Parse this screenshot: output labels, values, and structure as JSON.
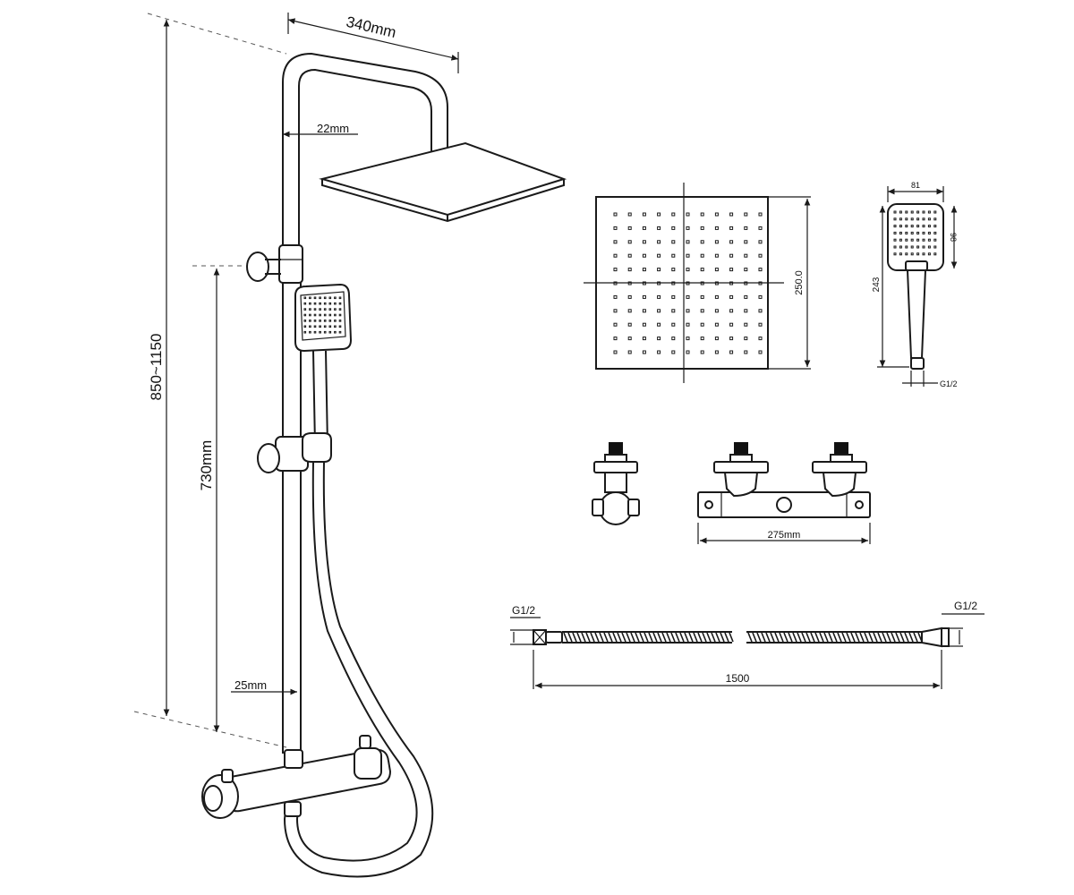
{
  "colors": {
    "line": "#1a1a1a",
    "background": "#ffffff"
  },
  "dimensions": {
    "arm_length": "340mm",
    "upper_pipe_diameter": "22mm",
    "lower_pipe_diameter": "25mm",
    "total_height": "850~1150",
    "bracket_height": "730mm",
    "head_size": "250.0",
    "handheld_width": "81",
    "handheld_head_height": "98",
    "handheld_length": "243",
    "handheld_thread": "G1/2",
    "mixer_width": "275mm",
    "hose_thread_left": "G1/2",
    "hose_thread_right": "G1/2",
    "hose_length": "1500"
  }
}
